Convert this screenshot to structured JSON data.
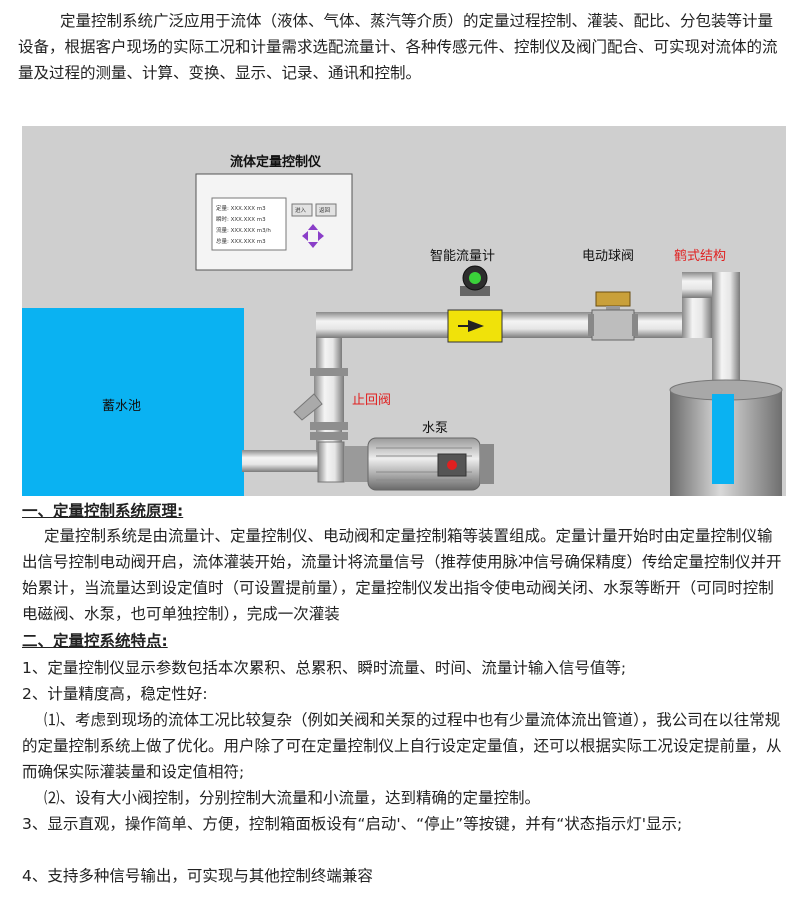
{
  "intro": "定量控制系统广泛应用于流体（液体、气体、蒸汽等介质）的定量过程控制、灌装、配比、分包装等计量设备，根据客户现场的实际工况和计量需求选配流量计、各种传感元件、控制仪及阀门配合、可实现对流体的流量及过程的测量、计算、变换、显示、记录、通讯和控制。",
  "diagram": {
    "controller_title": "流体定量控制仪",
    "display_lines": [
      "定量: XXX.XXX m3",
      "瞬时: XXX.XXX m3",
      "流量: XXX.XXX m3/h",
      "总量: XXX.XXX m3"
    ],
    "btn_enter": "进入",
    "btn_back": "返回",
    "flowmeter": "智能流量计",
    "ball_valve": "电动球阀",
    "crane": "鹤式结构",
    "reservoir": "蓄水池",
    "check_valve": "止回阀",
    "pump": "水泵",
    "colors": {
      "background": "#cfcfcf",
      "water": "#0ab2f2",
      "red_label": "#e02020",
      "flowmeter": "#f0e20a"
    }
  },
  "section1": {
    "title": "一、定量控制系统原理:",
    "body": "定量控制系统是由流量计、定量控制仪、电动阀和定量控制箱等装置组成。定量计量开始时由定量控制仪输出信号控制电动阀开启，流体灌装开始，流量计将流量信号（推荐使用脉冲信号确保精度）传给定量控制仪并开始累计，当流量达到设定值时（可设置提前量），定量控制仪发出指令使电动阀关闭、水泵等断开（可同时控制电磁阀、水泵，也可单独控制），完成一次灌装"
  },
  "section2": {
    "title": "二、定量控系统特点:",
    "item1": "1、定量控制仪显示参数包括本次累积、总累积、瞬时流量、时间、流量计输入信号值等;",
    "item2": "2、计量精度高，稳定性好:",
    "item2a": "⑴、考虑到现场的流体工况比较复杂（例如关阀和关泵的过程中也有少量流体流出管道），我公司在以往常规的定量控制系统上做了优化。用户除了可在定量控制仪上自行设定定量值，还可以根据实际工况设定提前量，从而确保实际灌装量和设定值相符;",
    "item2b": "⑵、设有大小阀控制，分别控制大流量和小流量，达到精确的定量控制。",
    "item3": "3、显示直观，操作简单、方便，控制箱面板设有“启动'、“停止”等按键，并有“状态指示灯'显示;",
    "item4": "4、支持多种信号输出，可实现与其他控制终端兼容"
  }
}
